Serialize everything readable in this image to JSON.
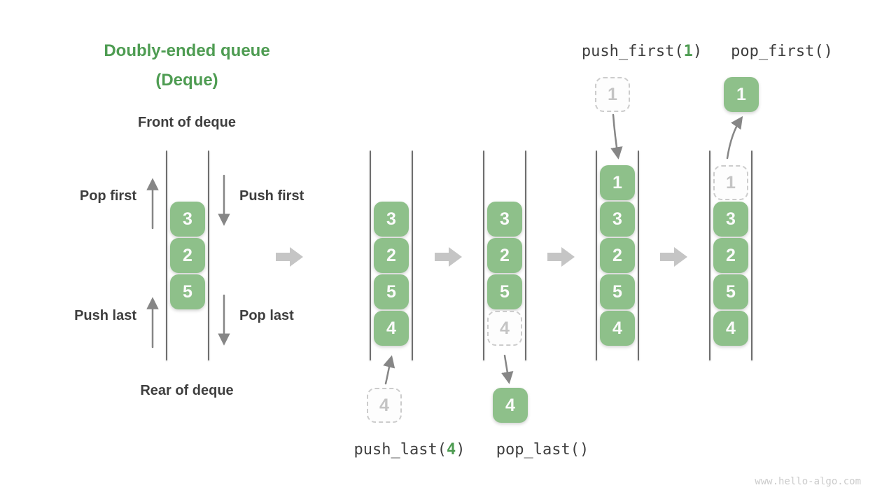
{
  "page": {
    "watermark": "www.hello-algo.com"
  },
  "title": {
    "line1": "Doubly-ended queue",
    "line2": "(Deque)"
  },
  "left_diagram": {
    "front_label": "Front of deque",
    "rear_label": "Rear of deque",
    "pop_first_label": "Pop first",
    "push_first_label": "Push first",
    "push_last_label": "Push last",
    "pop_last_label": "Pop last"
  },
  "operations": {
    "push_first": {
      "prefix": "push_first(",
      "arg": "1",
      "suffix": ")"
    },
    "pop_first": {
      "text": "pop_first()"
    },
    "push_last": {
      "prefix": "push_last(",
      "arg": "4",
      "suffix": ")"
    },
    "pop_last": {
      "text": "pop_last()"
    }
  },
  "deque_states": [
    {
      "name": "deque-initial",
      "items": [
        {
          "value": "3"
        },
        {
          "value": "2"
        },
        {
          "value": "5"
        }
      ]
    },
    {
      "name": "deque-push-last",
      "items": [
        {
          "value": "3"
        },
        {
          "value": "2"
        },
        {
          "value": "5"
        },
        {
          "value": "4"
        }
      ],
      "floating": {
        "value": "4",
        "ghost": true,
        "position": "below"
      }
    },
    {
      "name": "deque-pop-last",
      "items": [
        {
          "value": "3"
        },
        {
          "value": "2"
        },
        {
          "value": "5"
        },
        {
          "value": "4",
          "ghost": true
        }
      ],
      "floating": {
        "value": "4",
        "ghost": false,
        "position": "below"
      }
    },
    {
      "name": "deque-push-first",
      "items": [
        {
          "value": "1"
        },
        {
          "value": "3"
        },
        {
          "value": "2"
        },
        {
          "value": "5"
        },
        {
          "value": "4"
        }
      ],
      "floating": {
        "value": "1",
        "ghost": true,
        "position": "above"
      }
    },
    {
      "name": "deque-pop-first",
      "items": [
        {
          "value": "1",
          "ghost": true
        },
        {
          "value": "3"
        },
        {
          "value": "2"
        },
        {
          "value": "5"
        },
        {
          "value": "4"
        }
      ],
      "floating": {
        "value": "1",
        "ghost": false,
        "position": "above"
      }
    }
  ],
  "colors": {
    "accent_green": "#4e9c52",
    "box_green": "#8ec08a",
    "ink": "#3e3e3e",
    "thin_arrow_gray": "#868686",
    "chevron_gray": "#c5c5c5"
  }
}
